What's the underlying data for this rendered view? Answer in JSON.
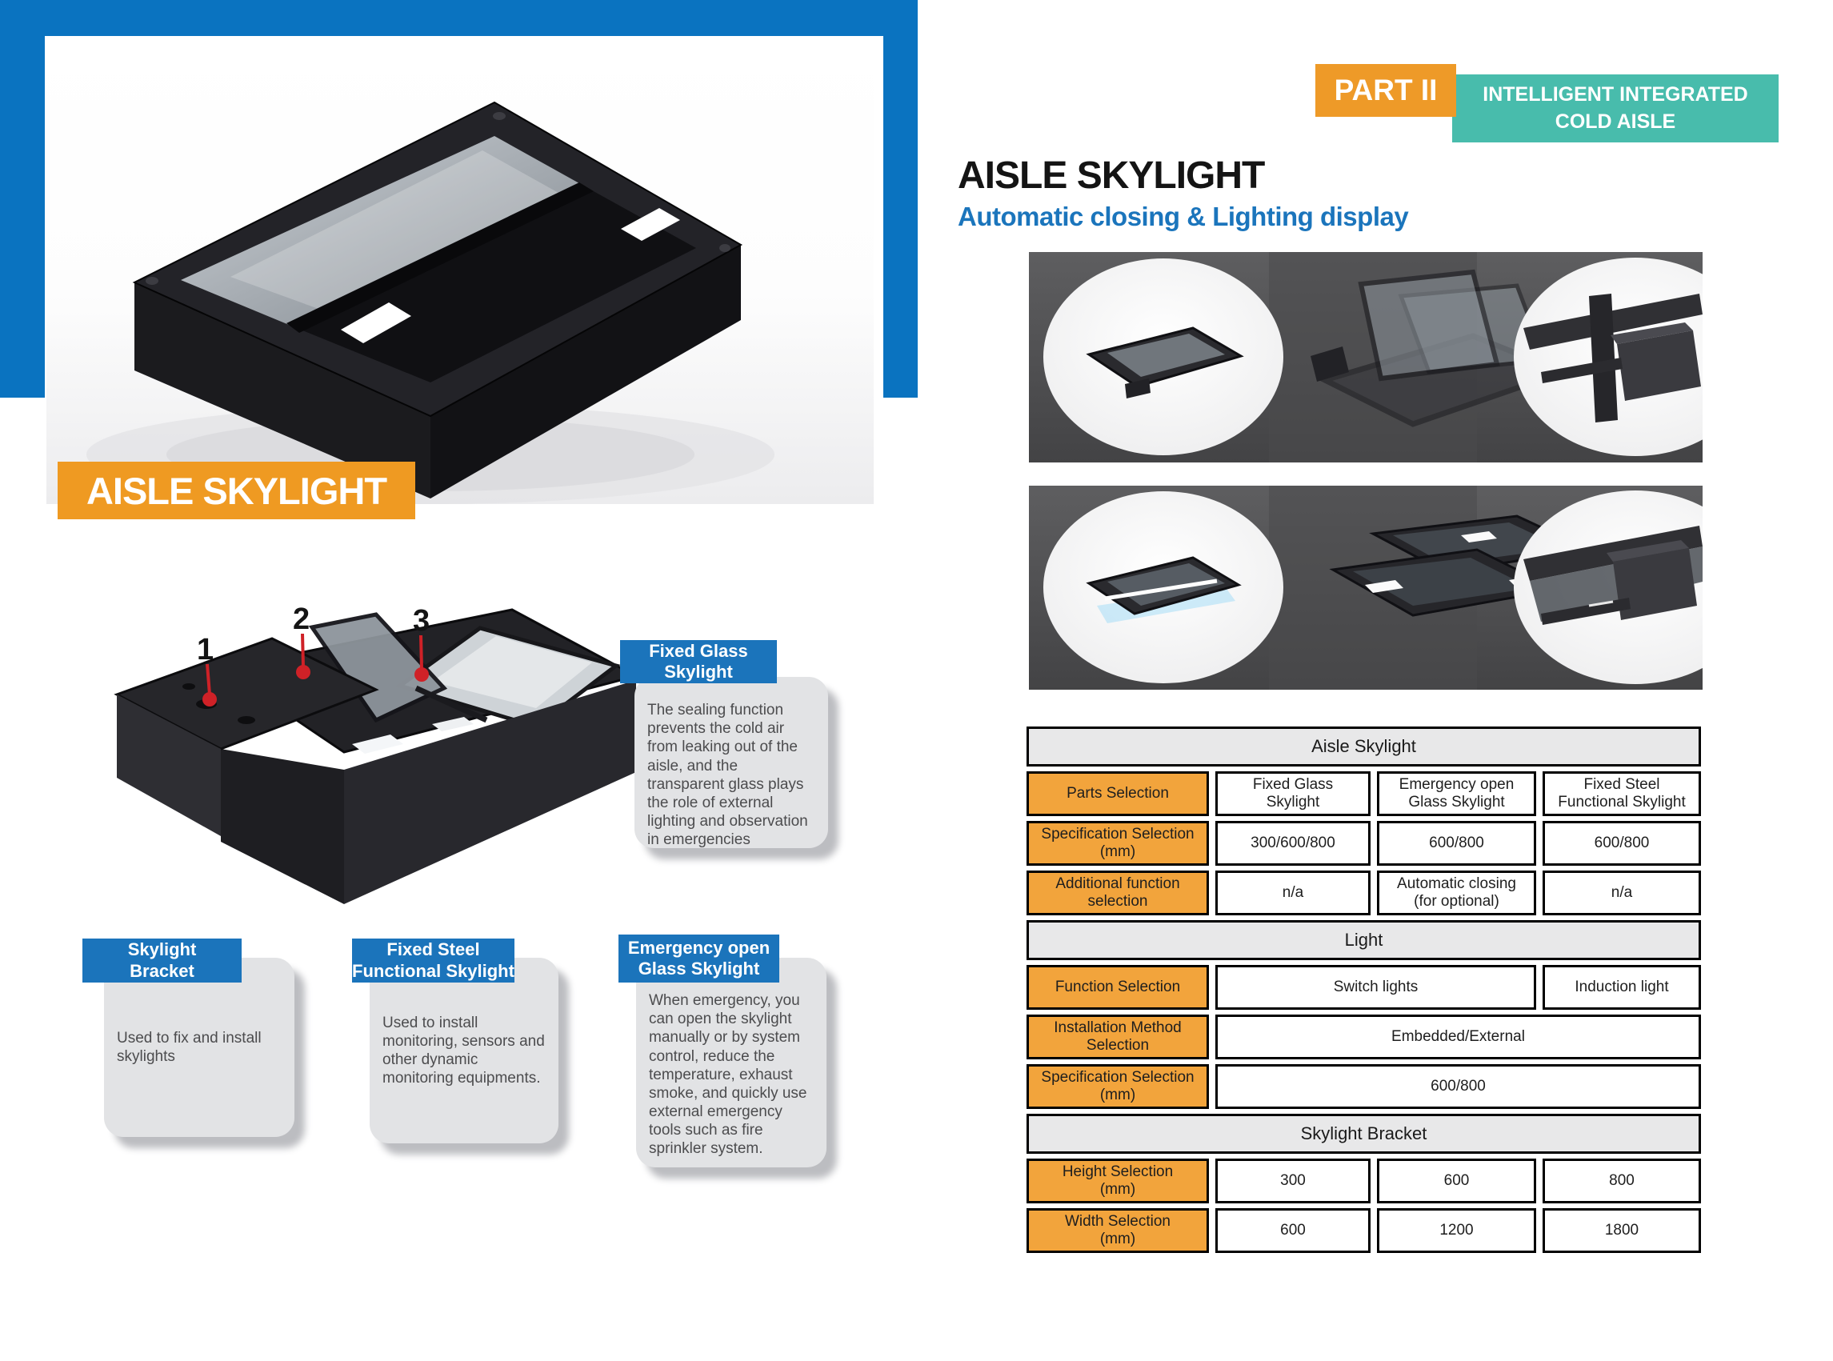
{
  "header": {
    "part_badge": "PART II",
    "series_line1": "INTELLIGENT INTEGRATED",
    "series_line2": "COLD AISLE"
  },
  "left": {
    "banner": "AISLE SKYLIGHT",
    "diagram_labels": [
      "1",
      "2",
      "3"
    ],
    "callouts": [
      {
        "title_line1": "Fixed Glass",
        "title_line2": "Skylight",
        "body": "The sealing function prevents the cold air from leaking out of the aisle, and the transparent glass plays the role of external lighting and observation in emergencies"
      },
      {
        "title_line1": "Skylight",
        "title_line2": "Bracket",
        "body": "Used to fix and install skylights"
      },
      {
        "title_line1": "Fixed Steel",
        "title_line2": "Functional Skylight",
        "body": "Used to install monitoring, sensors and other dynamic monitoring equipments."
      },
      {
        "title_line1": "Emergency open",
        "title_line2": "Glass Skylight",
        "body": "When emergency, you can open the skylight manually or by system control, reduce the temperature, exhaust smoke, and quickly use external emergency tools such as fire sprinkler system."
      }
    ]
  },
  "right": {
    "title": "AISLE SKYLIGHT",
    "subtitle": "Automatic closing & Lighting display",
    "table": {
      "sections": [
        {
          "header": "Aisle Skylight",
          "rows": [
            {
              "label_lines": [
                "Parts Selection"
              ],
              "cells": [
                {
                  "text": "Fixed Glass Skylight",
                  "span": 1
                },
                {
                  "text": "Emergency open Glass Skylight",
                  "span": 1
                },
                {
                  "text": "Fixed Steel Functional Skylight",
                  "span": 1
                }
              ]
            },
            {
              "label_lines": [
                "Specification Selection",
                "(mm)"
              ],
              "cells": [
                {
                  "text": "300/600/800",
                  "span": 1
                },
                {
                  "text": "600/800",
                  "span": 1
                },
                {
                  "text": "600/800",
                  "span": 1
                }
              ]
            },
            {
              "label_lines": [
                "Additional function",
                "selection"
              ],
              "cells": [
                {
                  "text": "n/a",
                  "span": 1
                },
                {
                  "text": "Automatic closing (for optional)",
                  "span": 1
                },
                {
                  "text": "n/a",
                  "span": 1
                }
              ]
            }
          ]
        },
        {
          "header": "Light",
          "rows": [
            {
              "label_lines": [
                "Function Selection"
              ],
              "cells": [
                {
                  "text": "Switch lights",
                  "span": 2
                },
                {
                  "text": "Induction light",
                  "span": 1
                }
              ]
            },
            {
              "label_lines": [
                "Installation Method",
                "Selection"
              ],
              "cells": [
                {
                  "text": "Embedded/External",
                  "span": 3
                }
              ]
            },
            {
              "label_lines": [
                "Specification Selection",
                "(mm)"
              ],
              "cells": [
                {
                  "text": "600/800",
                  "span": 3
                }
              ]
            }
          ]
        },
        {
          "header": "Skylight Bracket",
          "rows": [
            {
              "label_lines": [
                "Height Selection",
                "(mm)"
              ],
              "cells": [
                {
                  "text": "300",
                  "span": 1
                },
                {
                  "text": "600",
                  "span": 1
                },
                {
                  "text": "800",
                  "span": 1
                }
              ]
            },
            {
              "label_lines": [
                "Width Selection",
                "(mm)"
              ],
              "cells": [
                {
                  "text": "600",
                  "span": 1
                },
                {
                  "text": "1200",
                  "span": 1
                },
                {
                  "text": "1800",
                  "span": 1
                }
              ]
            }
          ]
        }
      ]
    }
  }
}
